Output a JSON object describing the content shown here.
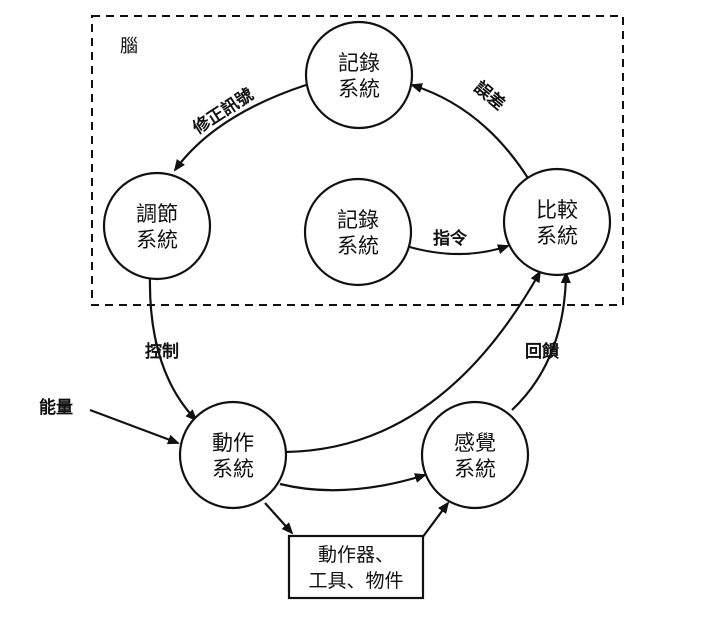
{
  "region": {
    "label": "腦"
  },
  "nodes": {
    "record_top": {
      "line1": "記錄",
      "line2": "系統"
    },
    "record_mid": {
      "line1": "記錄",
      "line2": "系統"
    },
    "regulate": {
      "line1": "調節",
      "line2": "系統"
    },
    "compare": {
      "line1": "比較",
      "line2": "系統"
    },
    "action": {
      "line1": "動作",
      "line2": "系統"
    },
    "sense": {
      "line1": "感覺",
      "line2": "系統"
    },
    "effector": {
      "line1": "動作器、",
      "line2": "工具、物件"
    }
  },
  "edges": {
    "correction": "修正訊號",
    "error": "誤差",
    "command": "指令",
    "control": "控制",
    "feedback": "回饋",
    "energy": "能量"
  }
}
